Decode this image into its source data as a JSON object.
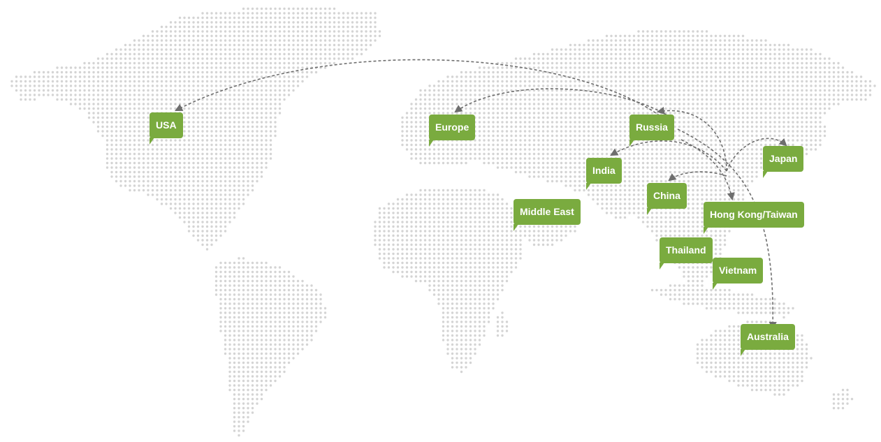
{
  "colors": {
    "bubble": "#7aab3f",
    "dots": "#d4d4d4",
    "route": "#6e6e6e",
    "background": "#ffffff"
  },
  "regions": {
    "usa": "USA",
    "europe": "Europe",
    "russia": "Russia",
    "india": "India",
    "japan": "Japan",
    "china": "China",
    "middle_east": "Middle East",
    "hong_kong_taiwan": "Hong Kong/Taiwan",
    "thailand": "Thailand",
    "vietnam": "Vietnam",
    "australia": "Australia"
  }
}
